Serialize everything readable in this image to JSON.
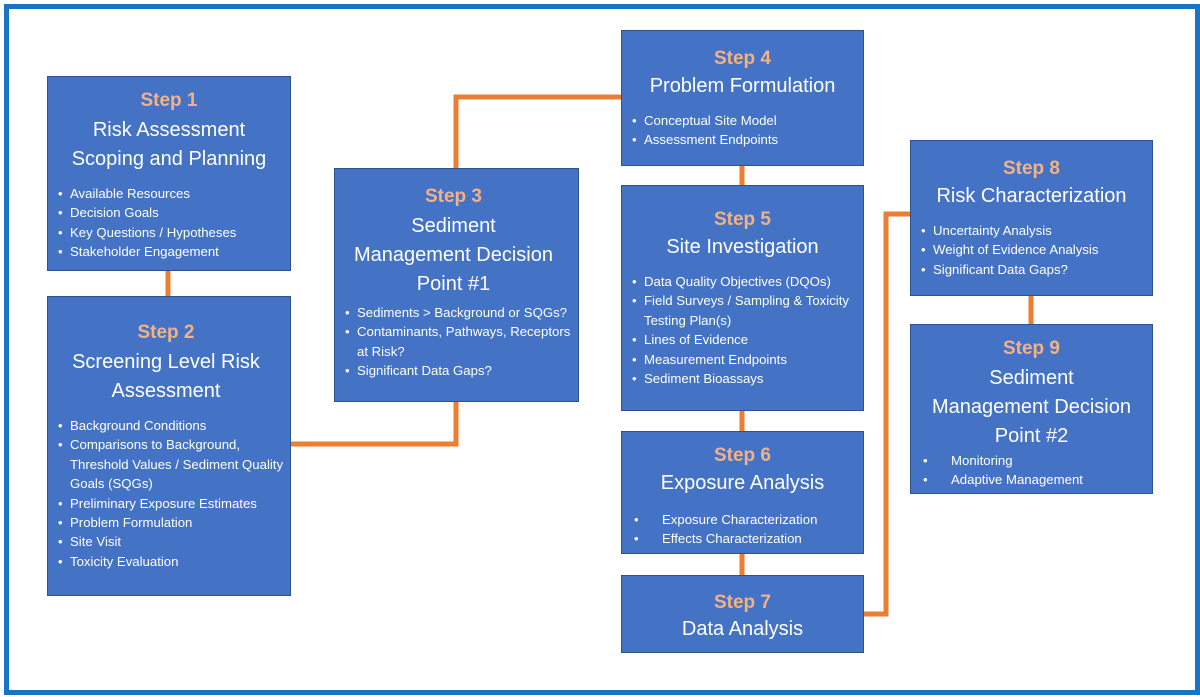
{
  "colors": {
    "border": "#1a74c4",
    "box_fill": "#4472c4",
    "step_text": "#f4b183",
    "connector": "#ed7d31"
  },
  "steps": [
    {
      "step": "Step 1",
      "title": [
        "Risk Assessment",
        "Scoping and Planning"
      ],
      "items": [
        "Available Resources",
        "Decision Goals",
        "Key Questions / Hypotheses",
        "Stakeholder Engagement"
      ]
    },
    {
      "step": "Step 2",
      "title": [
        "Screening Level Risk",
        "Assessment"
      ],
      "items": [
        "Background Conditions",
        "Comparisons to Background, Threshold Values / Sediment Quality Goals (SQGs)",
        "Preliminary Exposure Estimates",
        "Problem Formulation",
        "Site Visit",
        "Toxicity Evaluation"
      ]
    },
    {
      "step": "Step 3",
      "title": [
        "Sediment",
        "Management Decision",
        "Point #1"
      ],
      "items": [
        "Sediments > Background or SQGs?",
        "Contaminants, Pathways, Receptors at Risk?",
        "Significant Data Gaps?"
      ]
    },
    {
      "step": "Step 4",
      "title": [
        "Problem Formulation"
      ],
      "items": [
        "Conceptual Site Model",
        "Assessment Endpoints"
      ]
    },
    {
      "step": "Step 5",
      "title": [
        "Site Investigation"
      ],
      "items": [
        "Data Quality Objectives (DQOs)",
        "Field Surveys / Sampling & Toxicity Testing Plan(s)",
        "Lines of Evidence",
        "Measurement Endpoints",
        "Sediment Bioassays"
      ]
    },
    {
      "step": "Step 6",
      "title": [
        "Exposure Analysis"
      ],
      "items": [
        "Exposure Characterization",
        "Effects Characterization"
      ]
    },
    {
      "step": "Step 7",
      "title": [
        "Data Analysis"
      ],
      "items": []
    },
    {
      "step": "Step 8",
      "title": [
        "Risk Characterization"
      ],
      "items": [
        "Uncertainty Analysis",
        "Weight of Evidence Analysis",
        "Significant Data Gaps?"
      ]
    },
    {
      "step": "Step 9",
      "title": [
        "Sediment",
        "Management Decision",
        "Point #2"
      ],
      "items": [
        "Monitoring",
        "Adaptive Management"
      ]
    }
  ]
}
